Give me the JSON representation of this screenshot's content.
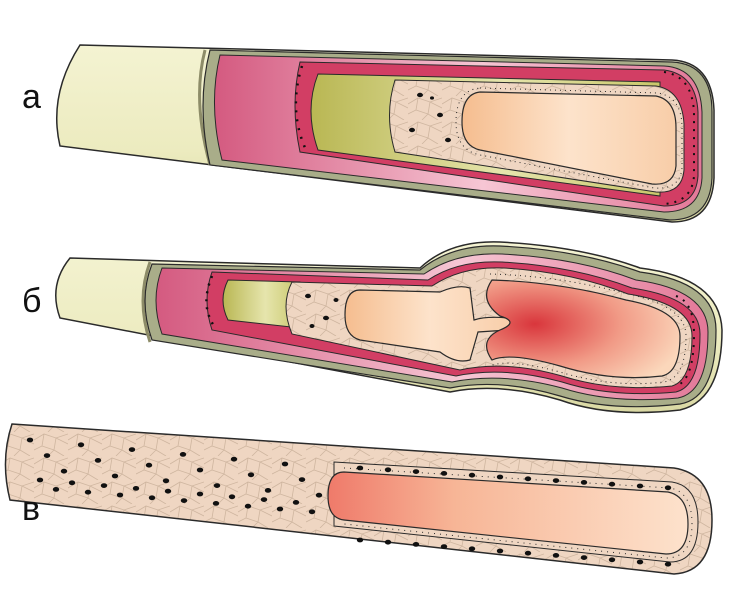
{
  "labels": {
    "a": "а",
    "b": "б",
    "v": "в"
  },
  "colors": {
    "outline": "#2a2a2a",
    "adventitia": "#ecebbf",
    "adventitia_shade": "#cbc99a",
    "sheath_gray": "#a9ad89",
    "media_pink": "#e06a8e",
    "media_light": "#f6c6d4",
    "media_dark": "#cc4c70",
    "elastic_red": "#d23e64",
    "muscle_olive": "#c7c566",
    "muscle_light": "#e3e2a6",
    "endothelium": "#efd6c2",
    "lumen_peach": "#f8cda8",
    "lumen_light": "#fde6d0",
    "lumen_red": "#e14a4a",
    "nucleus": "#111111"
  }
}
